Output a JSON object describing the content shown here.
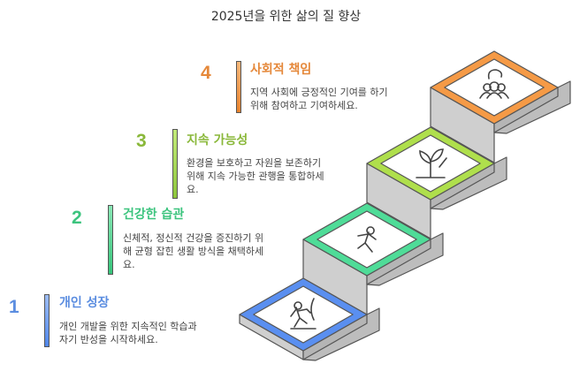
{
  "title": "2025년을 위한 삶의 질 향상",
  "steps": [
    {
      "number": "1",
      "heading": "개인 성장",
      "desc": [
        "개인 개발을 위한 지속적인 학습과",
        "자기 반성을 시작하세요."
      ],
      "color": "#5b8de0",
      "icon": "climber-icon"
    },
    {
      "number": "2",
      "heading": "건강한 습관",
      "desc": [
        "신체적, 정신적 건강을 증진하기 위",
        "해 균형 잡힌 생활 방식을 채택하세",
        "요."
      ],
      "color": "#3cc47e",
      "icon": "runner-icon"
    },
    {
      "number": "3",
      "heading": "지속 가능성",
      "desc": [
        "환경을 보호하고 자원을 보존하기",
        "위해 지속 가능한 관행을 통합하세",
        "요."
      ],
      "color": "#8ab83a",
      "icon": "plant-icon"
    },
    {
      "number": "4",
      "heading": "사회적 책임",
      "desc": [
        "지역 사회에 긍정적인 기여를 하기",
        "위해 참여하고 기여하세요."
      ],
      "color": "#e5883a",
      "icon": "community-icon"
    }
  ],
  "tile_colors": [
    "#5a8ff0",
    "#4fdc98",
    "#afdf4c",
    "#f59a46"
  ]
}
